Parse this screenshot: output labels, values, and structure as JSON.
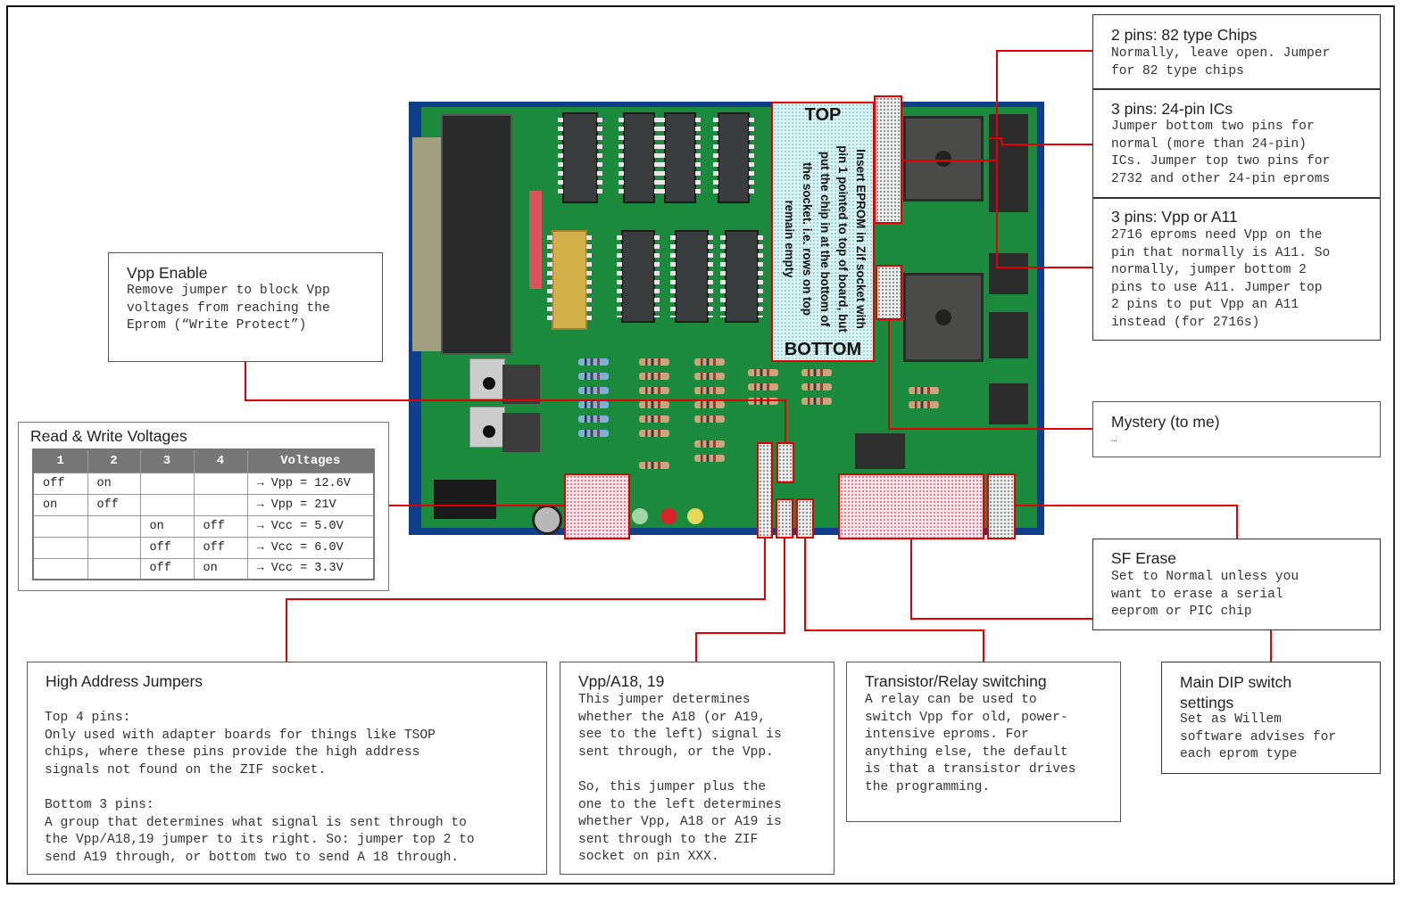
{
  "boxes": {
    "chips82": {
      "title": "2 pins: 82 type Chips",
      "body": "Normally, leave open. Jumper\nfor 82 type chips"
    },
    "ics24": {
      "title": "3 pins: 24-pin ICs",
      "body": "Jumper bottom two pins for\nnormal (more than 24-pin)\nICs. Jumper top two pins for\n2732 and other 24-pin eproms"
    },
    "vppA11": {
      "title": "3 pins: Vpp or A11",
      "body": "2716 eproms need Vpp on the\npin that normally is A11. So\nnormally, jumper bottom 2\npins to use A11. Jumper top\n2 pins to put Vpp an A11\ninstead (for 2716s)"
    },
    "mystery": {
      "title": "Mystery (to me)",
      "body": "…"
    },
    "sfErase": {
      "title": "SF Erase",
      "body": "Set to Normal unless you\nwant to erase a serial\neeprom or PIC chip"
    },
    "mainDip": {
      "title": "Main DIP switch\nsettings",
      "body": "Set as Willem\nsoftware advises for\neach eprom type"
    },
    "vppEnable": {
      "title": "Vpp Enable",
      "body": "Remove jumper to block Vpp\nvoltages from reaching the\nEprom (“Write Protect”)"
    },
    "highAddress": {
      "title": "High Address Jumpers",
      "body": "Top 4 pins:\nOnly used with adapter boards for things like TSOP\nchips, where these pins provide the high address\nsignals not found on the ZIF socket.\n\nBottom 3 pins:\nA group that determines what signal is sent through to\nthe Vpp/A18,19 jumper to its right. So: jumper top 2 to\nsend A19 through, or bottom two to send A 18 through."
    },
    "vppA1819": {
      "title": "Vpp/A18, 19",
      "body": "This jumper determines\nwhether the A18 (or A19,\nsee to the left) signal is\nsent through, or the Vpp.\n\nSo, this jumper plus the\none to the left determines\nwhether Vpp, A18 or A19 is\nsent through to the ZIF\nsocket on pin XXX."
    },
    "transistorRelay": {
      "title": "Transistor/Relay switching",
      "body": "A relay can be used to\nswitch Vpp for old, power-\nintensive eproms. For\nanything else, the default\nis that a transistor drives\nthe programming."
    }
  },
  "voltages": {
    "title": "Read & Write Voltages",
    "headers": [
      "1",
      "2",
      "3",
      "4",
      "Voltages"
    ],
    "rows": [
      [
        "off",
        "on",
        "",
        "",
        "→ Vpp = 12.6V"
      ],
      [
        "on",
        "off",
        "",
        "",
        "→ Vpp = 21V"
      ],
      [
        "",
        "",
        "on",
        "off",
        "→ Vcc = 5.0V"
      ],
      [
        "",
        "",
        "off",
        "off",
        "→ Vcc = 6.0V"
      ],
      [
        "",
        "",
        "off",
        "on",
        "→ Vcc = 3.3V"
      ]
    ]
  },
  "zif": {
    "top": "TOP",
    "bottom": "BOTTOM",
    "instructions": "Insert EPROM in Zif socket with pin 1 pointed to top of board, but put the chip in at the bottom of the socket. i.e. rows on top remain empty"
  },
  "colors": {
    "callout_line": "#e00000",
    "pcb_green": "#1c8a3c",
    "table_header": "#777777"
  }
}
